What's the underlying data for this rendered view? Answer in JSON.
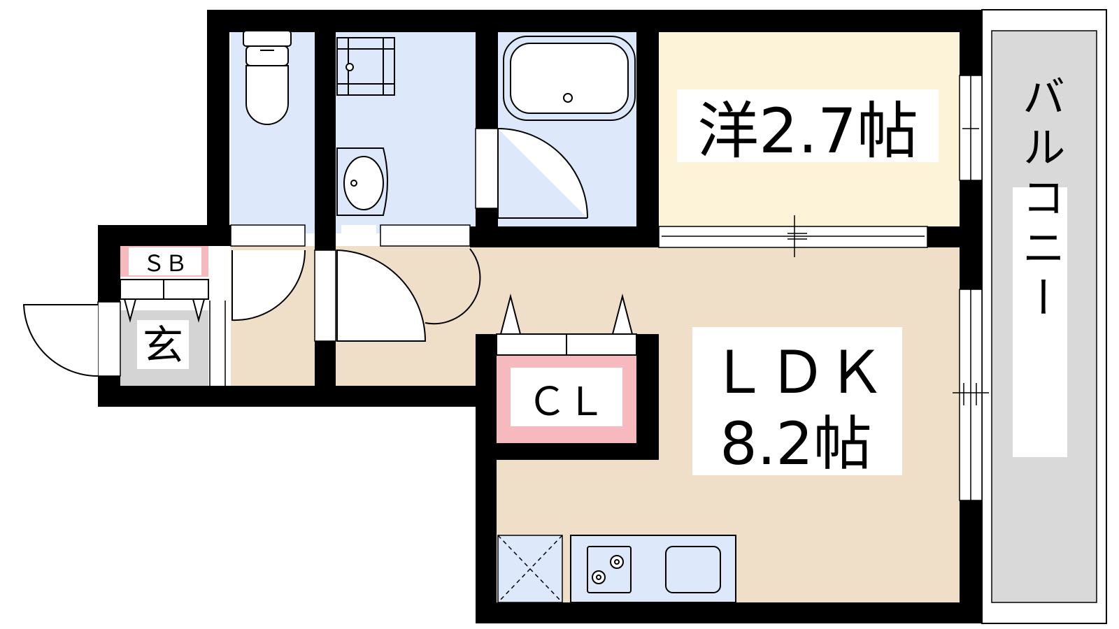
{
  "rooms": {
    "western": "洋2.7帖",
    "ldk_name": "ＬＤＫ",
    "ldk_size": "8.2帖",
    "closet": "ＣＬ",
    "shoe_box": "ＳＢ",
    "entrance": "玄",
    "balcony": "バルコニー"
  },
  "colors": {
    "wet_area": "#dde9fb",
    "western_floor": "#fdf3d9",
    "ldk_floor": "#efdec8",
    "storage_pink": "#f6b9bd",
    "entrance_gray": "#d4d4d4",
    "balcony_gray": "#d9d9d9",
    "wall": "#000000"
  }
}
